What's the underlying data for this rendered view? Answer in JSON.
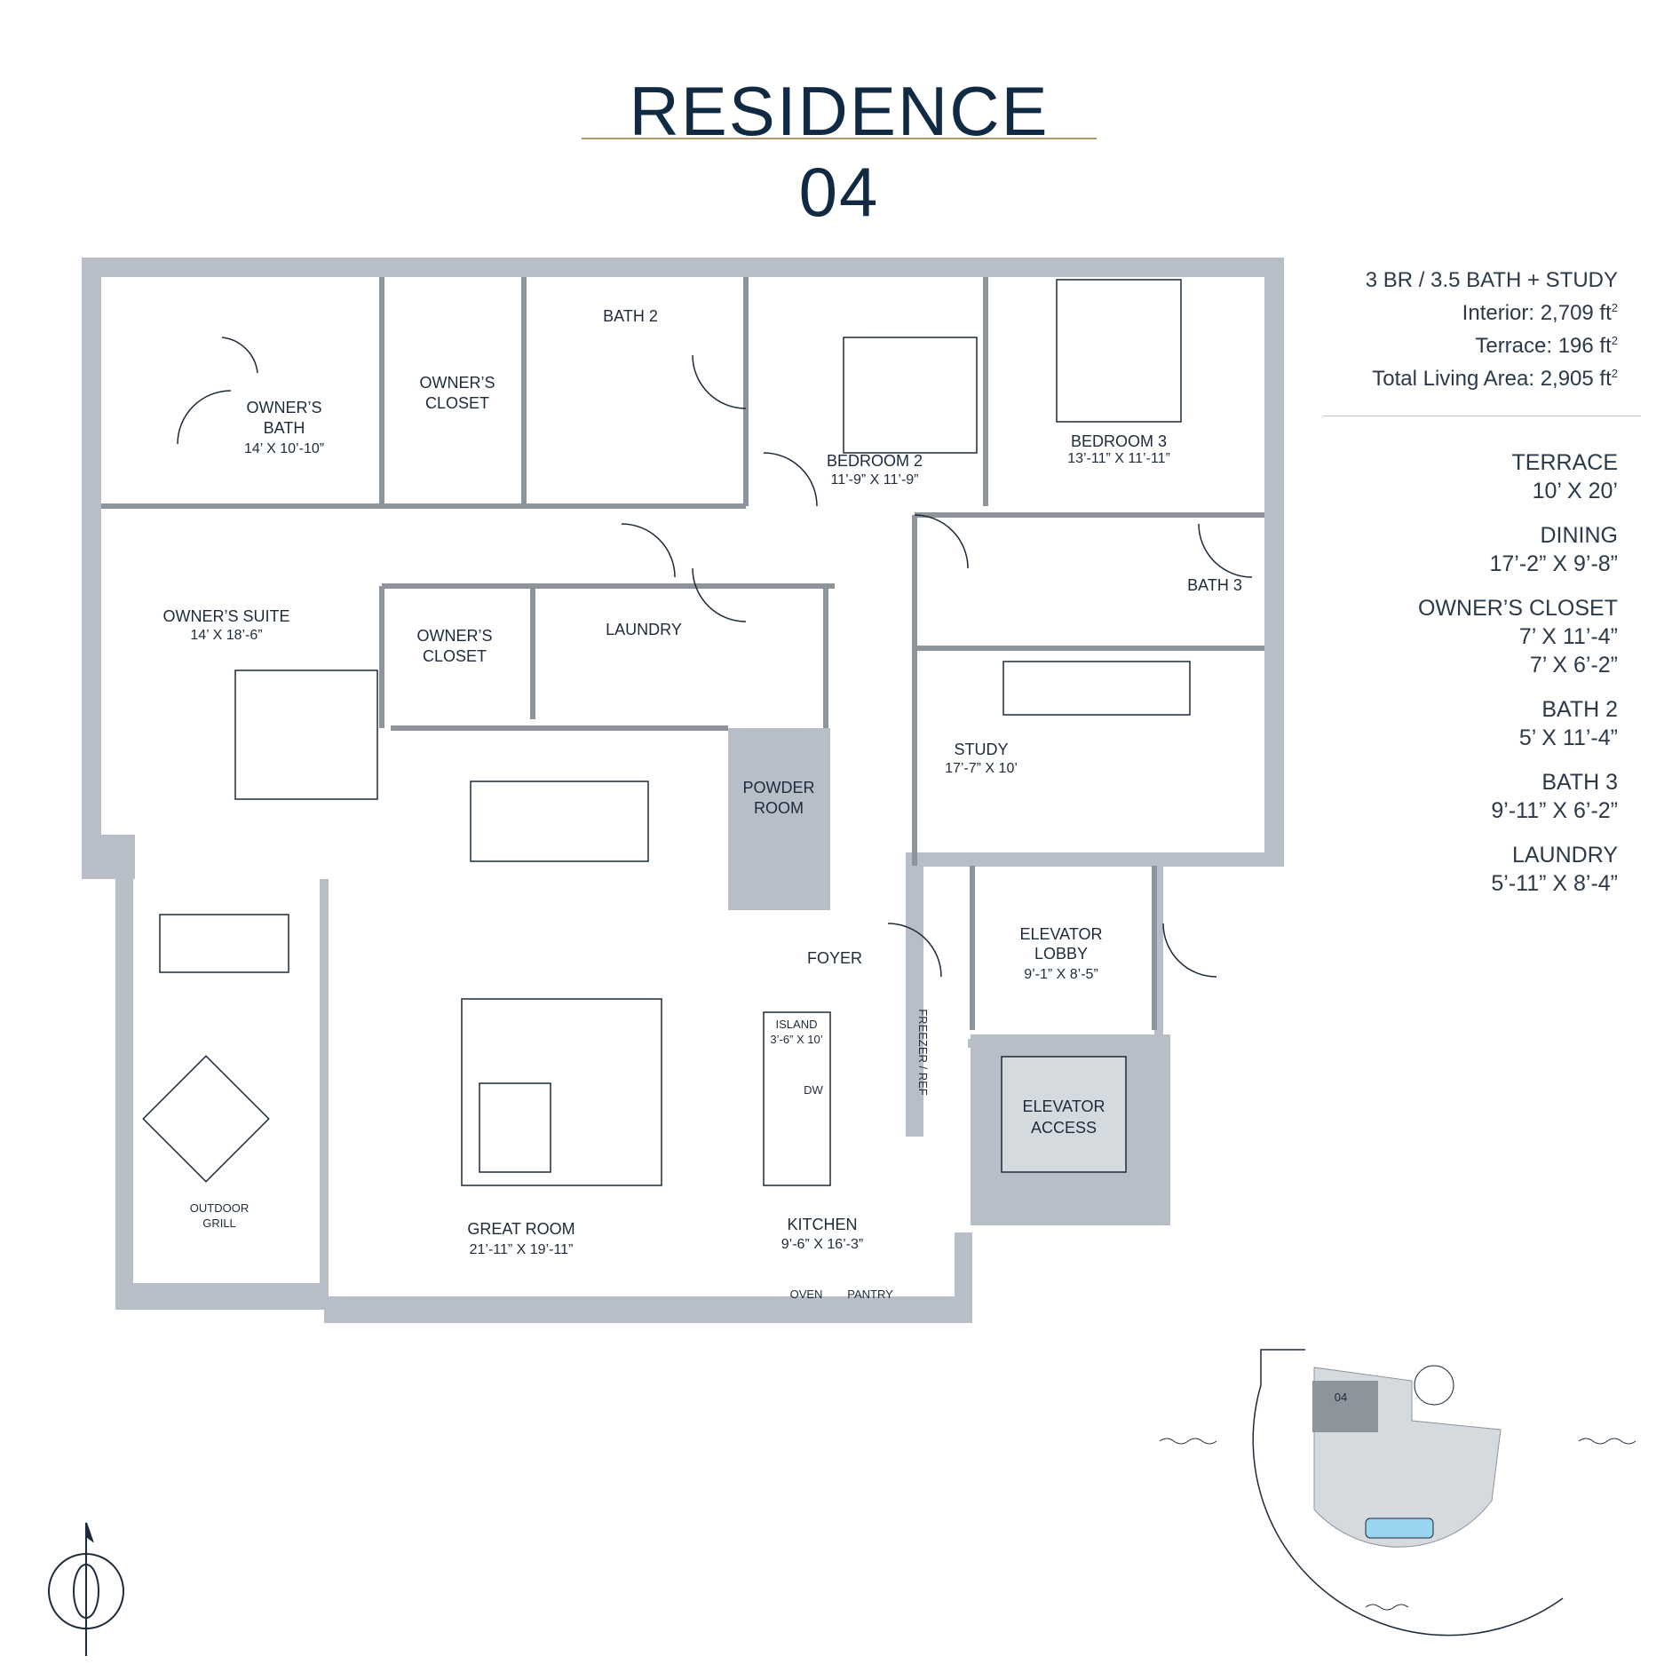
{
  "title": "RESIDENCE 04",
  "summary": {
    "config": "3 BR / 3.5 BATH + STUDY",
    "interior_label": "Interior: 2,709 ft",
    "terrace_label": "Terrace: 196 ft",
    "total_label": "Total Living Area: 2,905 ft",
    "sup": "2"
  },
  "dimensions": [
    {
      "room": "TERRACE",
      "lines": [
        "10’ X 20’"
      ]
    },
    {
      "room": "DINING",
      "lines": [
        "17’-2” X 9’-8”"
      ]
    },
    {
      "room": "OWNER’S CLOSET",
      "lines": [
        "7’ X 11’-4”",
        "7’ X 6’-2”"
      ]
    },
    {
      "room": "BATH 2",
      "lines": [
        "5’ X 11’-4”"
      ]
    },
    {
      "room": "BATH 3",
      "lines": [
        "9’-11” X 6’-2”"
      ]
    },
    {
      "room": "LAUNDRY",
      "lines": [
        "5’-11” X 8’-4”"
      ]
    }
  ],
  "rooms": {
    "owners_bath": {
      "name1": "OWNER’S",
      "name2": "BATH",
      "dim": "14’ X 10’-10”"
    },
    "owners_closet_upper": {
      "name1": "OWNER’S",
      "name2": "CLOSET"
    },
    "bath2": {
      "name": "BATH 2"
    },
    "bedroom2": {
      "name": "BEDROOM 2",
      "dim": "11’-9” X 11’-9”"
    },
    "bedroom3": {
      "name": "BEDROOM 3",
      "dim": "13’-11” X 11’-11”"
    },
    "bath3": {
      "name": "BATH 3"
    },
    "owners_suite": {
      "name": "OWNER’S SUITE",
      "dim": "14’ X 18’-6”"
    },
    "owners_closet_lower": {
      "name1": "OWNER’S",
      "name2": "CLOSET"
    },
    "laundry": {
      "name": "LAUNDRY"
    },
    "study": {
      "name": "STUDY",
      "dim": "17’-7” X 10’"
    },
    "powder_room": {
      "name1": "POWDER",
      "name2": "ROOM"
    },
    "foyer": {
      "name": "FOYER"
    },
    "elevator_lobby": {
      "name1": "ELEVATOR",
      "name2": "LOBBY",
      "dim": "9’-1” X 8’-5”"
    },
    "elevator_access": {
      "name1": "ELEVATOR",
      "name2": "ACCESS"
    },
    "island": {
      "name": "ISLAND",
      "dim": "3’-6” X 10’"
    },
    "dw": {
      "name": "DW"
    },
    "freezer": {
      "name": "FREEZER / REF"
    },
    "outdoor_grill": {
      "name1": "OUTDOOR",
      "name2": "GRILL"
    },
    "great_room": {
      "name": "GREAT ROOM",
      "dim": "21’-11” X 19’-11”"
    },
    "kitchen": {
      "name": "KITCHEN",
      "dim": "9’-6” X 16’-3”"
    },
    "oven": {
      "name": "OVEN"
    },
    "pantry": {
      "name": "PANTRY"
    }
  },
  "keyplan": {
    "unit": "04"
  },
  "colors": {
    "wall": "#b7bec7",
    "line": "#1c2b3c",
    "accent": "#b8946a",
    "pool": "#9ad4f0",
    "keyplan_fill": "#d5dadf",
    "unit_fill": "#8d949b"
  }
}
